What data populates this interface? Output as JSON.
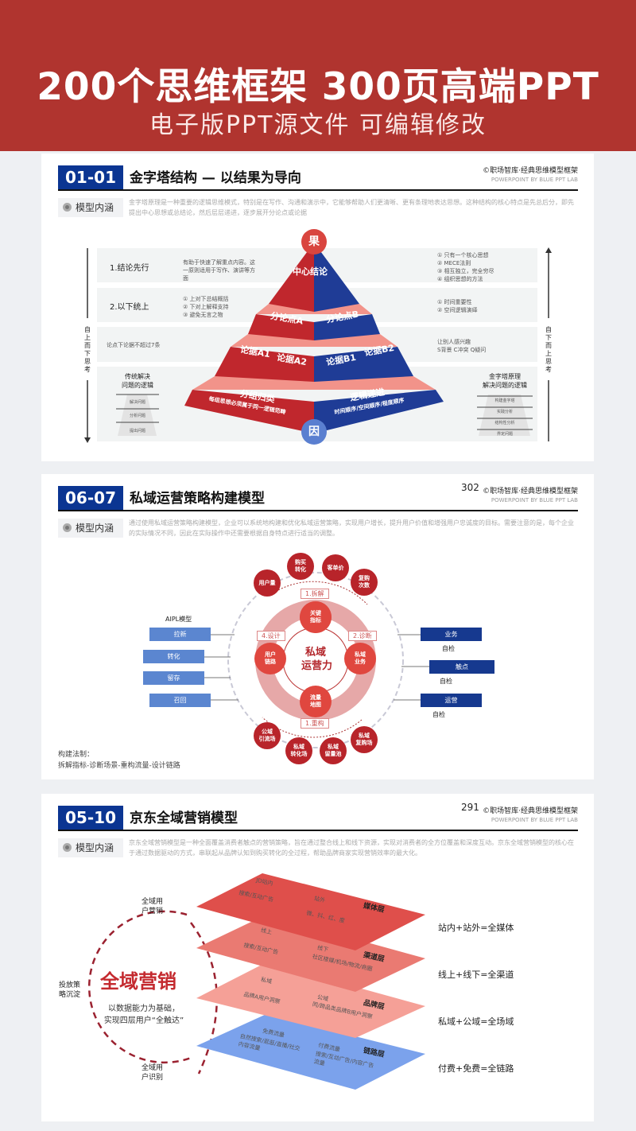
{
  "header": {
    "title": "200个思维框架  300页高端PPT",
    "subtitle": "电子版PPT源文件  可编辑修改"
  },
  "colors": {
    "brand_red": "#b0342f",
    "navy": "#0b3592",
    "red": "#c0272d",
    "blue": "#1f3c96",
    "light_blue": "#5b86d0"
  },
  "common": {
    "copyright": "©职场智库·经典思维模型框架",
    "lab": "POWERPOINT BY BLUE PPT LAB",
    "meaning_label": "模型内涵",
    "pin_icon": "map-pin-icon"
  },
  "card1": {
    "code": "01-01",
    "title": "金字塔结构 — 以结果为导向",
    "desc": "金字塔原理是一种重要的逻辑思维模式，特别是在写作、沟通和演示中，它能够帮助人们更清晰、更有条理地表达思想。这种结构的核心特点是先总后分，即先提出中心思想或总结论，然后层层递进，逐步展开分论点或论据",
    "top": "果",
    "bottom": "因",
    "pyramid": {
      "center": "中心结论",
      "pa": "分论点A",
      "pb": "分论点B",
      "a1": "论据A1",
      "a2": "论据A2",
      "b1": "论据B1",
      "b2": "论据B2",
      "group": "分组归类",
      "group_sub": "每组思想必须属于同一逻辑范畴",
      "prog": "逻辑递进",
      "prog_sub": "时间顺序/空间顺序/程度顺序"
    },
    "left": {
      "row1": "1.结论先行",
      "row1_note": [
        "有助于快速了解重点内容。这",
        "一原则适用于写作、演讲等方",
        "面"
      ],
      "row2": "2.以下统上",
      "row2_list": [
        "① 上对下总结概括",
        "② 下对上解释支持",
        "③ 避免无言之物"
      ],
      "row3": "论点下论据不超过7条",
      "row4_title": [
        "传统解决",
        "问题的逻辑"
      ],
      "row4_steps": [
        "解决问题",
        "分析问题",
        "提出问题"
      ],
      "vertical": "自上而下思考"
    },
    "right": {
      "row1_list": [
        "① 只有一个核心思想",
        "② MECE法则",
        "③ 相互独立，完全穷尽",
        "④ 组织思想的方法"
      ],
      "row2_list": [
        "① 时间重要性",
        "② 空间逻辑演绎"
      ],
      "row3": [
        "让别人感兴趣",
        "S背景 C冲突 Q疑问"
      ],
      "row4_title": [
        "金字塔原理",
        "解决问题的逻辑"
      ],
      "row4_steps": [
        "构建金字塔",
        "实践分析",
        "结构性分析",
        "界定问题"
      ],
      "vertical": "自下而上思考"
    }
  },
  "card2": {
    "code": "06-07",
    "title": "私域运营策略构建模型",
    "page": "302",
    "desc": "通过使用私域运营策略构建模型，企业可以系统地构建和优化私域运营策略，实现用户增长，提升用户价值和增强用户忠诚度的目标。需要注意的是，每个企业的实际情况不同，因此在实际操作中还需要根据自身特点进行适当的调整。",
    "center": [
      "私域",
      "运营力"
    ],
    "inner": {
      "top": [
        "关键",
        "指标"
      ],
      "left": [
        "用户",
        "链路"
      ],
      "right": [
        "私域",
        "业务"
      ],
      "bottom": [
        "流量",
        "地图"
      ]
    },
    "tags": {
      "t1": "1.拆解",
      "t2": "2.诊断",
      "t3": "4.设计",
      "t4": "1.重构"
    },
    "outer_top": [
      [
        "用户量"
      ],
      [
        "购买",
        "转化"
      ],
      [
        "客单价"
      ],
      [
        "复购",
        "次数"
      ]
    ],
    "outer_bottom": [
      [
        "公域",
        "引流场"
      ],
      [
        "私域",
        "转化场"
      ],
      [
        "私域",
        "留量池"
      ],
      [
        "私域",
        "复购场"
      ]
    ],
    "aipl_label": "AIPL模型",
    "aipl": [
      "拉新",
      "转化",
      "留存",
      "召回"
    ],
    "right": [
      "业务",
      "触点",
      "运营"
    ],
    "check": "自检",
    "method_label": "构建法制：",
    "method": "拆解指标-诊断场景-重构流量-设计链路"
  },
  "card3": {
    "code": "05-10",
    "title": "京东全域营销模型",
    "page": "291",
    "desc": "京东全域营销模型是一种全面覆盖消费者触点的营销策略，旨在通过整合线上和线下资源，实现对消费者的全方位覆盖和深度互动。京东全域营销模型的核心在于通过数据驱动的方式，串联起从品牌认知到购买转化的全过程，帮助品牌商家实现营销效率的最大化。",
    "circle": {
      "title": "全域营销",
      "sub1": "以数据能力为基础，",
      "sub2": "实现四层用户“全触达”",
      "top": [
        "全域用",
        "户营销"
      ],
      "bottom": [
        "全域用",
        "户识别"
      ],
      "left": [
        "投放策",
        "略沉淀"
      ]
    },
    "layers": [
      {
        "name": "媒体层",
        "a": "JD站内",
        "a_sub": "搜索/互动广告",
        "b": "站外",
        "b_sub": "微、抖、红、度",
        "eq": "站内+站外=全媒体"
      },
      {
        "name": "渠道层",
        "a": "线上",
        "a_sub": "搜索/互动广告",
        "b": "线下",
        "b_sub": "社区楼媒/机场/物流/商圈",
        "eq": "线上+线下=全渠道"
      },
      {
        "name": "品牌层",
        "a": "私域",
        "a_sub": "品牌A用户洞察",
        "b": "公域",
        "b_sub": "同/跨品类品牌B用户洞察",
        "eq": "私域+公域=全场域"
      },
      {
        "name": "链路层",
        "a": "免费流量",
        "a_sub": "自然搜索/逛逛/直播/社交内容流量",
        "b": "付费流量",
        "b_sub": "搜索/互动广告/内容广告流量",
        "eq": "付费+免费=全链路"
      }
    ]
  }
}
